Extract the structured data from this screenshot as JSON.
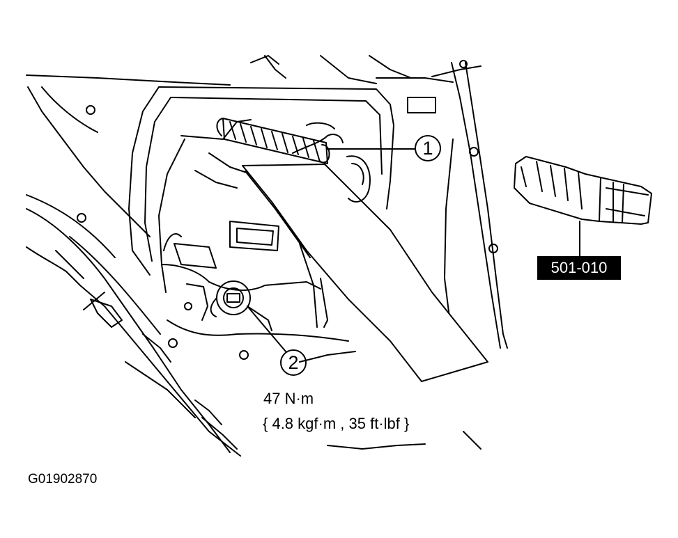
{
  "callouts": [
    {
      "label": "1"
    },
    {
      "label": "2"
    }
  ],
  "torque": {
    "primary": "47 N·m",
    "secondary": "{ 4.8 kgf·m , 35 ft·lbf }"
  },
  "tool": {
    "number": "501-010"
  },
  "figure_id": "G01902870",
  "colors": {
    "line": "#000000",
    "background": "#ffffff",
    "label_fill": "#000000",
    "label_text": "#ffffff"
  }
}
